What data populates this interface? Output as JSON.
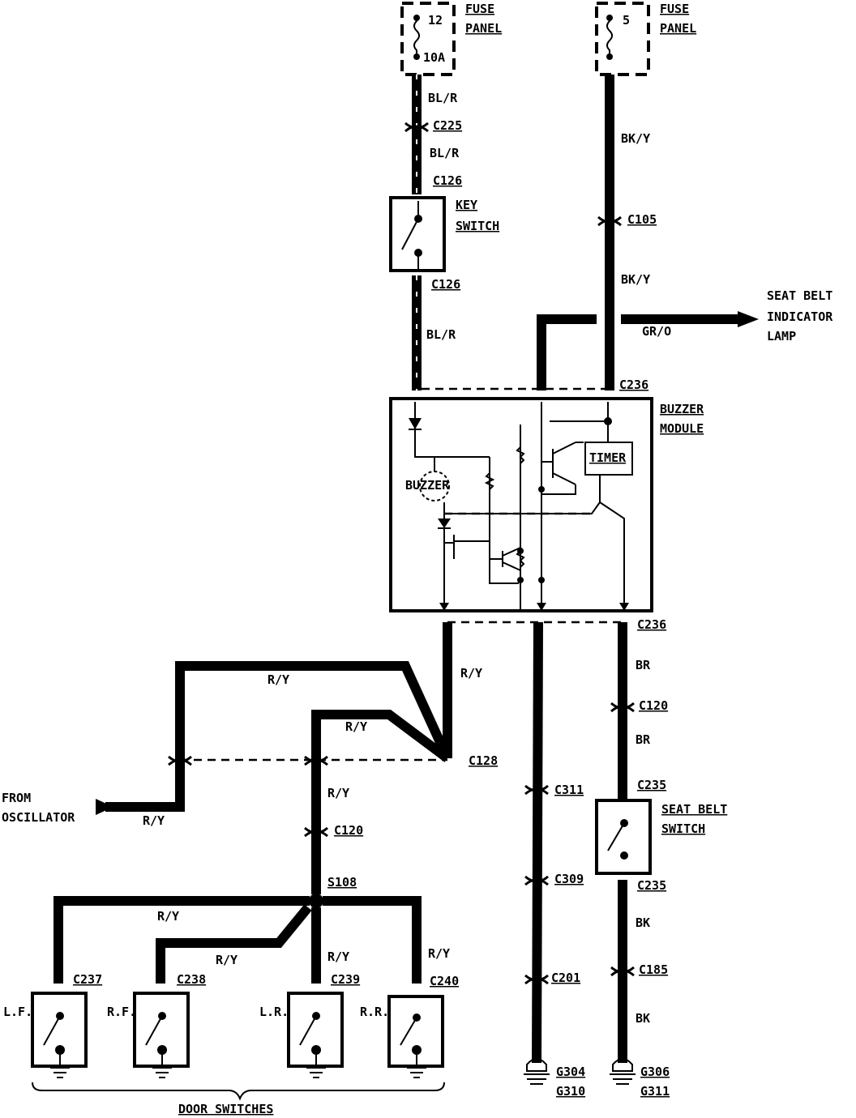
{
  "fuses": [
    {
      "number": "12",
      "rating": "10A",
      "label": "FUSE PANEL"
    },
    {
      "number": "5",
      "rating": "",
      "label": "FUSE PANEL"
    }
  ],
  "wire_colors": {
    "bl_r": "BL/R",
    "bk_y": "BK/Y",
    "gr_o": "GR/O",
    "r_y": "R/Y",
    "br": "BR",
    "bk": "BK"
  },
  "connectors": {
    "c225": "C225",
    "c126a": "C126",
    "c126b": "C126",
    "c105": "C105",
    "c236_top": "C236",
    "c236_bot": "C236",
    "c128": "C128",
    "c120_a": "C120",
    "c120_b": "C120",
    "c235_a": "C235",
    "c235_b": "C235",
    "c311": "C311",
    "c309": "C309",
    "c201": "C201",
    "c185": "C185",
    "c237": "C237",
    "c238": "C238",
    "c239": "C239",
    "c240": "C240",
    "s108": "S108"
  },
  "components": {
    "key_switch": "KEY SWITCH",
    "buzzer_module": "BUZZER MODULE",
    "buzzer": "BUZZER",
    "timer": "TIMER",
    "seat_belt_lamp": "SEAT BELT INDICATOR LAMP",
    "seat_belt_switch": "SEAT BELT SWITCH",
    "from_oscillator": "FROM OSCILLATOR",
    "door_switches": "DOOR SWITCHES"
  },
  "door_switch_labels": [
    "L.F.",
    "R.F.",
    "L.R.",
    "R.R."
  ],
  "grounds": {
    "g1_a": "G304",
    "g1_b": "G310",
    "g2_a": "G306",
    "g2_b": "G311"
  }
}
